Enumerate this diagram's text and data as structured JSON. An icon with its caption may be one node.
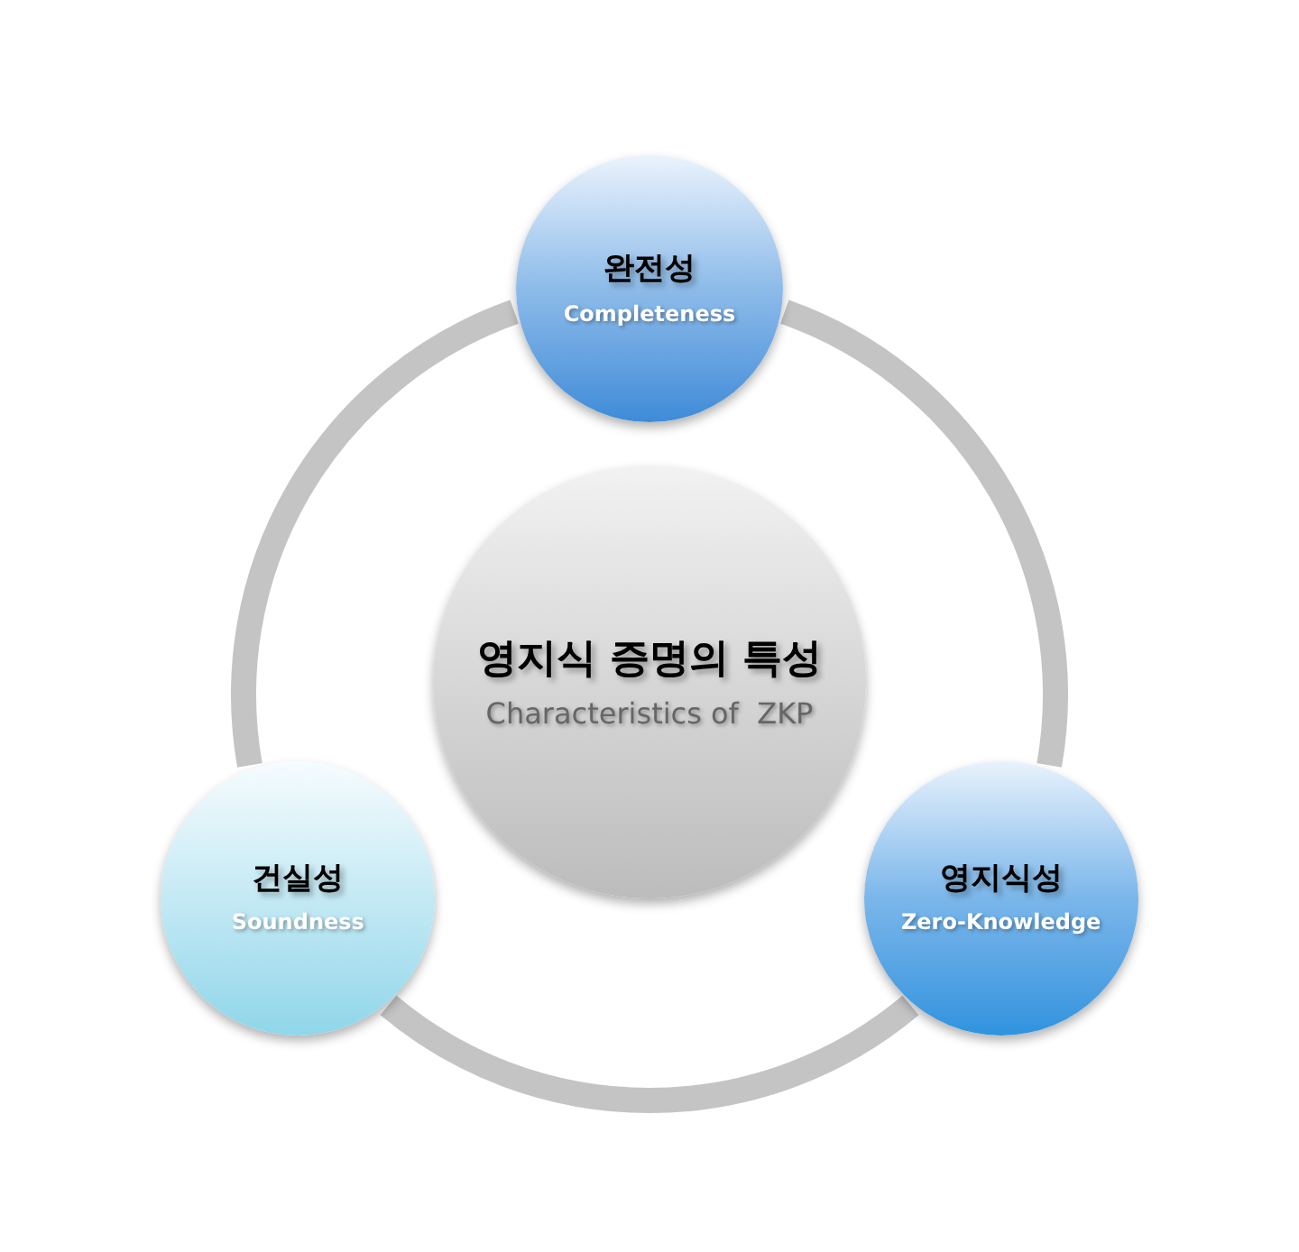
{
  "diagram": {
    "nodes": [
      {
        "text": [
          "완전성",
          "Completeness"
        ]
      },
      {
        "text": [
          "영지식 증명의 특성",
          "Characteristics of  ZKP"
        ]
      },
      {
        "text": [
          "건실성",
          "Soundness"
        ]
      },
      {
        "text": [
          "영지식성",
          "Zero-Knowledge"
        ]
      }
    ],
    "edges": [
      {
        "from": 0,
        "to": 3,
        "arrow": "none"
      },
      {
        "from": 3,
        "to": 2,
        "arrow": "none"
      },
      {
        "from": 2,
        "to": 0,
        "arrow": "none"
      }
    ]
  }
}
